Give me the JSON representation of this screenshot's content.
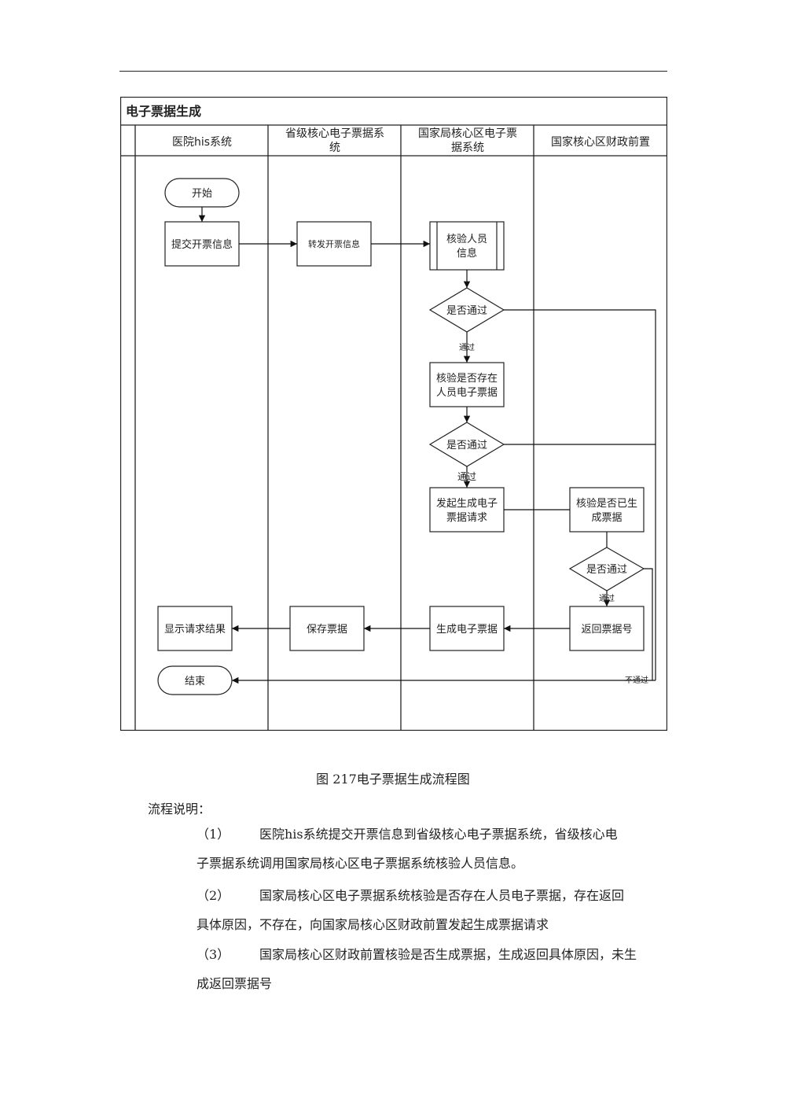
{
  "diagram": {
    "title": "电子票据生成",
    "lanes": [
      {
        "line1": "医院his系统",
        "line2": ""
      },
      {
        "line1": "省级核心电子票据系",
        "line2": "统"
      },
      {
        "line1": "国家局核心区电子票",
        "line2": "据系统"
      },
      {
        "line1": "国家核心区财政前置",
        "line2": ""
      }
    ],
    "nodes": {
      "start": "开始",
      "submit": "提交开票信息",
      "forward": "转发开票信息",
      "verify_person_l1": "核验人员",
      "verify_person_l2": "信息",
      "decision1": "是否通过",
      "pass1": "通过",
      "verify_exist_l1": "核验是否存在",
      "verify_exist_l2": "人员电子票据",
      "decision2": "是否通过",
      "pass2": "通过",
      "request_l1": "发起生成电子",
      "request_l2": "票据请求",
      "verify_gen_l1": "核验是否已生",
      "verify_gen_l2": "成票据",
      "decision3": "是否通过",
      "pass3": "通过",
      "return_no": "返回票据号",
      "generate": "生成电子票据",
      "save": "保存票据",
      "show": "显示请求结果",
      "end": "结束",
      "fail": "不通过"
    }
  },
  "caption": "图 217电子票据生成流程图",
  "description": {
    "title": "流程说明：",
    "items": [
      {
        "num": "（1）",
        "line1": "医院his系统提交开票信息到省级核心电子票据系统，省级核心电",
        "line2": "子票据系统调用国家局核心区电子票据系统核验人员信息。"
      },
      {
        "num": "（2）",
        "line1": "国家局核心区电子票据系统核验是否存在人员电子票据，存在返回",
        "line2": "具体原因，不存在，向国家局核心区财政前置发起生成票据请求"
      },
      {
        "num": "（3）",
        "line1": "国家局核心区财政前置核验是否生成票据，生成返回具体原因，未生",
        "line2": "成返回票据号"
      }
    ]
  }
}
